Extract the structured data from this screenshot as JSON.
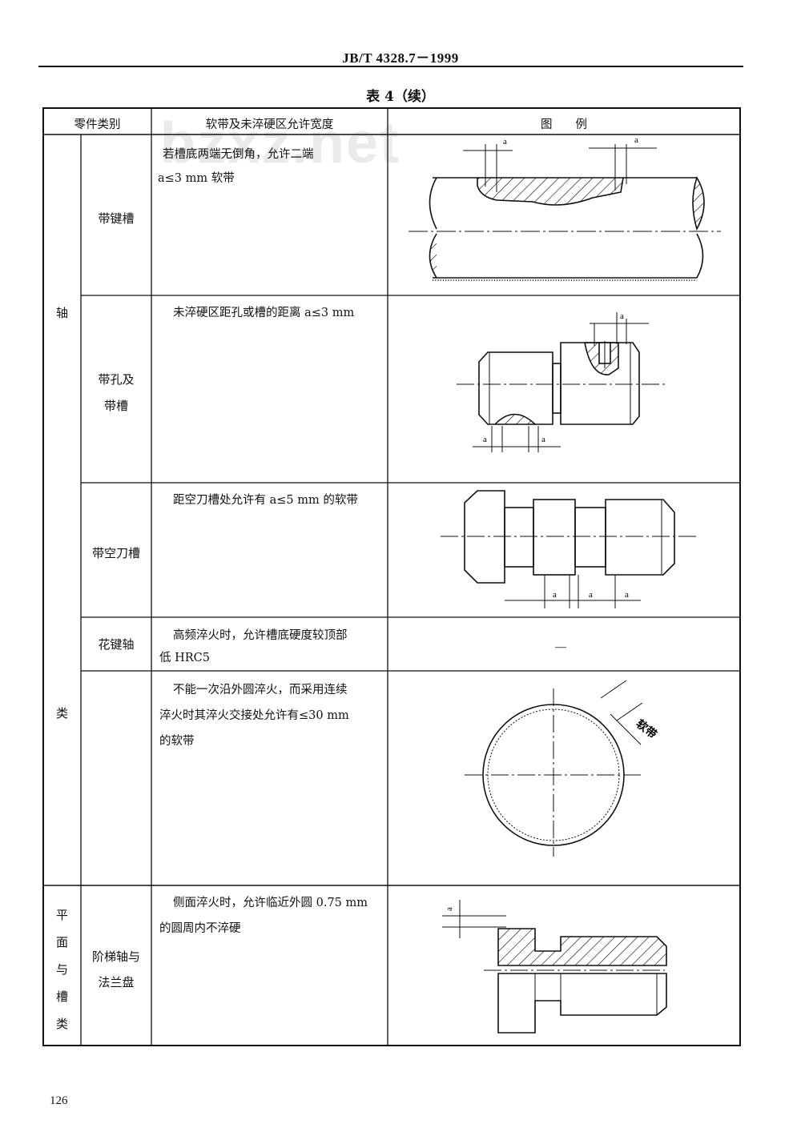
{
  "header": {
    "code": "JB/T  4328.7－1999"
  },
  "table": {
    "caption": "表 4（续）",
    "columns": [
      "零件类别",
      "软带及未淬硬区允许宽度",
      "图　　例"
    ],
    "groups": [
      {
        "label_chars": [
          "轴",
          "类"
        ]
      },
      {
        "label_chars": [
          "平",
          "面",
          "与",
          "槽",
          "类"
        ]
      }
    ],
    "rows": [
      {
        "sub": [
          "带键槽"
        ],
        "desc": [
          "若槽底两端无倒角，允许二端",
          "a≤3 mm 软带"
        ],
        "legend": ""
      },
      {
        "sub": [
          "带孔及",
          "带槽"
        ],
        "desc": [
          "未淬硬区距孔或槽的距离 a≤3 mm"
        ],
        "legend": ""
      },
      {
        "sub": [
          "带空刀槽"
        ],
        "desc": [
          "距空刀槽处允许有 a≤5 mm 的软带"
        ],
        "legend": ""
      },
      {
        "sub": [
          "花键轴"
        ],
        "desc": [
          "高频淬火时，允许槽底硬度较顶部",
          "低 HRC5"
        ],
        "legend": "—"
      },
      {
        "sub": [
          ""
        ],
        "desc": [
          "不能一次沿外圆淬火，而采用连续",
          "淬火时其淬火交接处允许有≤30 mm",
          "的软带"
        ],
        "legend": "软带"
      },
      {
        "sub": [
          "阶梯轴与",
          "法兰盘"
        ],
        "desc": [
          "侧面淬火时，允许临近外圆 0.75 mm",
          "的圆周内不淬硬"
        ],
        "legend": ""
      }
    ],
    "dim_label": "a"
  },
  "watermark": "bzxz.net",
  "page_number": "126"
}
